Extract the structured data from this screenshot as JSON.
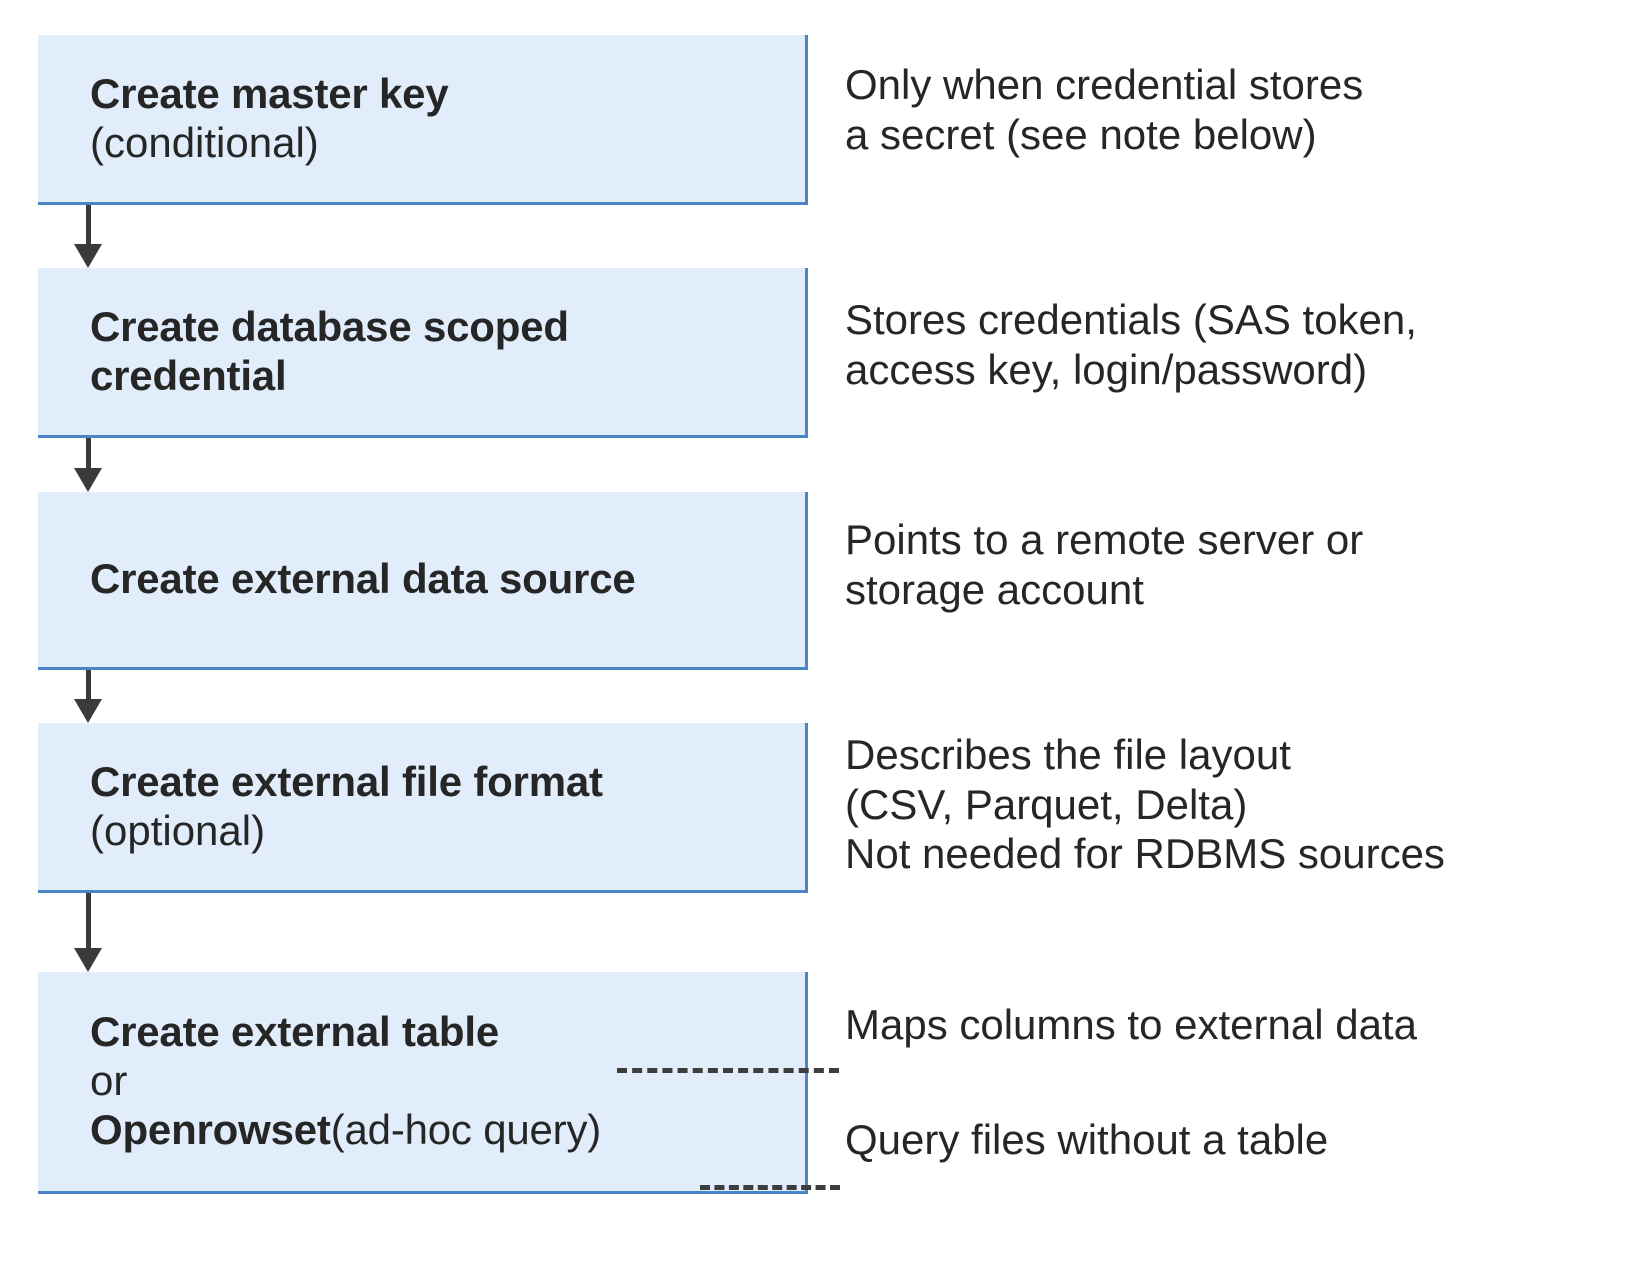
{
  "diagram": {
    "type": "flowchart",
    "title": "External data access setup sequence",
    "accent_color": "#4a86c5",
    "box_fill_color": "#e2edfb",
    "text_color": "#262626",
    "connector_color": "#3a3a3a",
    "steps": [
      {
        "id": "step-1",
        "title": "Create master key",
        "subtitle": "(conditional)",
        "note": "Only when credential stores\na secret (see note below)",
        "connector_to_next": "solid-arrow-down"
      },
      {
        "id": "step-2",
        "title": "Create database scoped\ncredential",
        "subtitle": "",
        "note": "Stores credentials (SAS token,\naccess key, login/password)",
        "connector_to_next": "solid-arrow-down"
      },
      {
        "id": "step-3",
        "title": "Create external data source",
        "subtitle": "",
        "note": "Points to a remote server or\nstorage account",
        "connector_to_next": "solid-arrow-down"
      },
      {
        "id": "step-4",
        "title": "Create external file format",
        "subtitle": "(optional)",
        "note": "Describes the file layout\n(CSV, Parquet, Delta)\nNot needed for RDBMS sources",
        "connector_to_next": "solid-arrow-down"
      },
      {
        "id": "step-5",
        "title": "Create external table",
        "or_label": "or",
        "alt_title": "Openrowset",
        "alt_suffix": " (ad-hoc query)",
        "note_primary": "Maps columns to external data",
        "note_alternate": "Query files without a table",
        "connector_to_next": "none"
      }
    ],
    "connectors": [
      {
        "id": "arrow-1",
        "style": "solid",
        "direction": "down",
        "from": "step-1",
        "to": "step-2"
      },
      {
        "id": "arrow-2",
        "style": "solid",
        "direction": "down",
        "from": "step-2",
        "to": "step-3"
      },
      {
        "id": "arrow-3",
        "style": "solid",
        "direction": "down",
        "from": "step-3",
        "to": "step-4"
      },
      {
        "id": "arrow-4",
        "style": "solid",
        "direction": "down",
        "from": "step-4",
        "to": "step-5"
      },
      {
        "id": "leader-1",
        "style": "dashed",
        "direction": "right",
        "from": "step-5-title",
        "to": "note-primary"
      },
      {
        "id": "leader-2",
        "style": "dashed",
        "direction": "right",
        "from": "step-5-alt",
        "to": "note-alternate"
      }
    ]
  }
}
